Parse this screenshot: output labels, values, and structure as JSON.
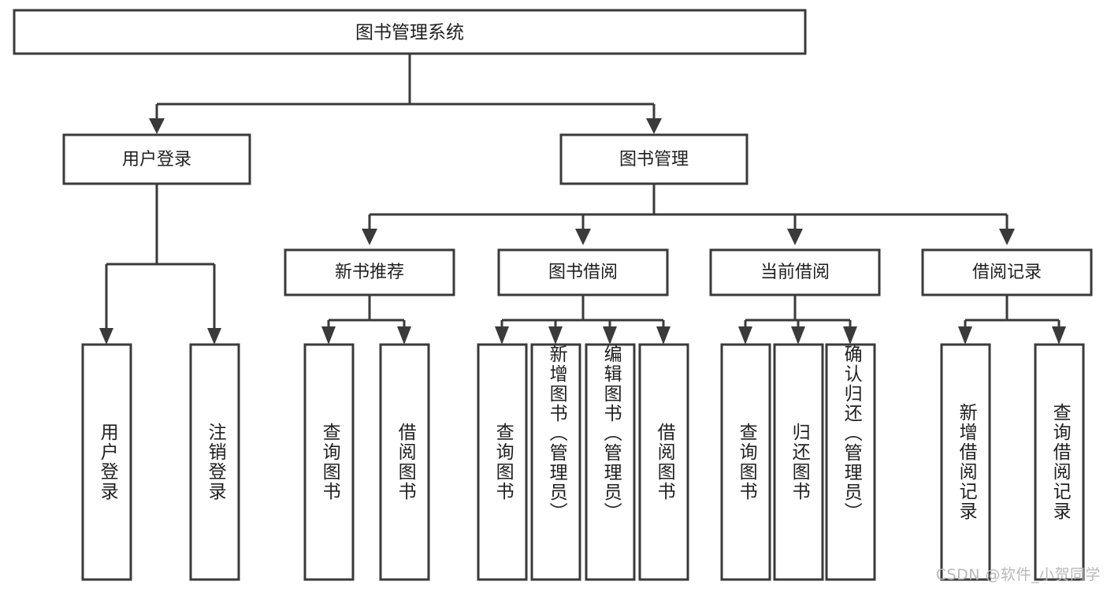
{
  "diagram": {
    "type": "tree-hierarchy-chart",
    "title": "图书管理系统",
    "orientation": "top-down",
    "levels": 4,
    "root": {
      "id": "root",
      "label": "图书管理系统",
      "text_direction": "horizontal"
    },
    "level2": [
      {
        "id": "user-login",
        "label": "用户登录",
        "text_direction": "horizontal"
      },
      {
        "id": "book-management",
        "label": "图书管理",
        "text_direction": "horizontal"
      }
    ],
    "level3": [
      {
        "id": "new-book-recommend",
        "label": "新书推荐",
        "text_direction": "horizontal",
        "parent": "book-management"
      },
      {
        "id": "book-borrow",
        "label": "图书借阅",
        "text_direction": "horizontal",
        "parent": "book-management"
      },
      {
        "id": "current-borrow",
        "label": "当前借阅",
        "text_direction": "horizontal",
        "parent": "book-management"
      },
      {
        "id": "borrow-record",
        "label": "借阅记录",
        "text_direction": "horizontal",
        "parent": "book-management"
      }
    ],
    "leaves": {
      "user-login": [
        {
          "id": "leaf-user-login",
          "label": "用户登录",
          "text_direction": "vertical"
        },
        {
          "id": "leaf-logout",
          "label": "注销登录",
          "text_direction": "vertical"
        }
      ],
      "new-book-recommend": [
        {
          "id": "leaf-query-book-1",
          "label": "查询图书",
          "text_direction": "vertical"
        },
        {
          "id": "leaf-borrow-book-1",
          "label": "借阅图书",
          "text_direction": "vertical"
        }
      ],
      "book-borrow": [
        {
          "id": "leaf-query-book-2",
          "label": "查询图书",
          "text_direction": "vertical"
        },
        {
          "id": "leaf-add-book",
          "label": "新增图书（管理员）",
          "text_direction": "vertical"
        },
        {
          "id": "leaf-edit-book",
          "label": "编辑图书（管理员）",
          "text_direction": "vertical"
        },
        {
          "id": "leaf-borrow-book-2",
          "label": "借阅图书",
          "text_direction": "vertical"
        }
      ],
      "current-borrow": [
        {
          "id": "leaf-query-book-3",
          "label": "查询图书",
          "text_direction": "vertical"
        },
        {
          "id": "leaf-return-book",
          "label": "归还图书",
          "text_direction": "vertical"
        },
        {
          "id": "leaf-confirm-return",
          "label": "确认归还（管理员）",
          "text_direction": "vertical"
        }
      ],
      "borrow-record": [
        {
          "id": "leaf-add-record",
          "label": "新增借阅记录",
          "text_direction": "vertical"
        },
        {
          "id": "leaf-query-record",
          "label": "查询借阅记录",
          "text_direction": "vertical"
        }
      ]
    }
  },
  "colors": {
    "background": "#ffffff",
    "box_fill": "#ffffff",
    "box_stroke": "#3a3a3a",
    "connector": "#3a3a3a",
    "text": "#1f1f1f",
    "watermark": "#b9b9b9"
  },
  "watermark": {
    "text": "CSDN @软件_小贺同学"
  }
}
